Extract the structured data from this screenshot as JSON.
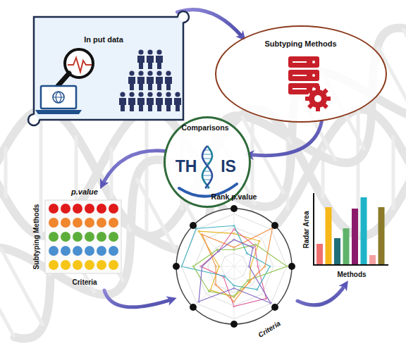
{
  "diagram": {
    "nodes": [
      {
        "text": [
          "In put data"
        ]
      },
      {
        "text": [
          "Subtyping Methods"
        ]
      },
      {
        "text": [
          "Comparisons",
          "TH",
          "IS"
        ]
      },
      {
        "text": [
          "p.value",
          "Subtyping Methods",
          "Criteria"
        ]
      },
      {
        "text": [
          "Rank p.value",
          "Criteria"
        ]
      },
      {
        "text": [
          "Radar Area",
          "Methods"
        ]
      }
    ],
    "edges": [
      {
        "from": 0,
        "to": 1,
        "arrow": "to"
      },
      {
        "from": 1,
        "to": 2,
        "arrow": "to"
      },
      {
        "from": 2,
        "to": 3,
        "arrow": "to"
      },
      {
        "from": 3,
        "to": 4,
        "arrow": "to"
      },
      {
        "from": 4,
        "to": 5,
        "arrow": "to"
      }
    ]
  }
}
